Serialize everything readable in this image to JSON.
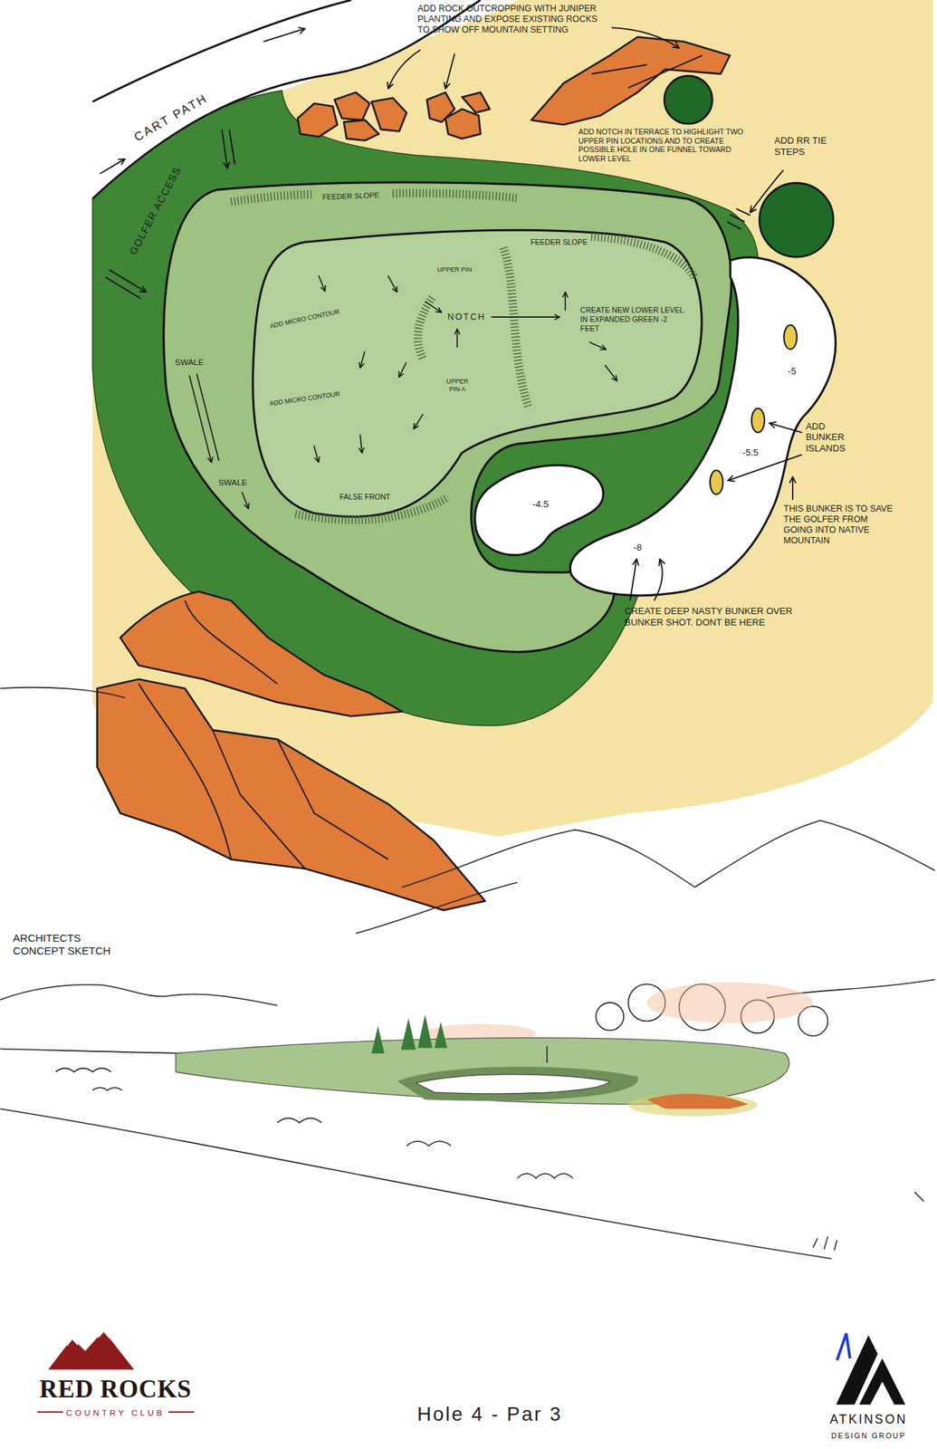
{
  "diagram": {
    "title": "Hole 4 - Par 3",
    "nodes": [
      {
        "text": [
          "FEEDER SLOPE",
          "SWALE",
          "SWALE"
        ]
      },
      {
        "text": [
          "FEEDER SLOPE",
          "UPPER PIN",
          "NOTCH",
          "CREATE NEW LOWER LEVEL IN EXPANDED GREEN -2 FEET",
          "ADD MICRO CONTOUR",
          "ADD MICRO CONTOUR",
          "UPPER PIN A",
          "FALSE FRONT"
        ],
        "in": 0
      },
      {
        "text": [
          "-4.5"
        ]
      },
      {
        "text": [
          "-5",
          "-5.5",
          "-8"
        ]
      }
    ],
    "labels": [
      "ADD ROCK OUTCROPPING WITH JUNIPER PLANTING AND EXPOSE EXISTING ROCKS TO SHOW OFF MOUNTAIN SETTING",
      "CART PATH",
      "GOLFER ACCESS",
      "ADD NOTCH IN TERRACE TO HIGHLIGHT TWO UPPER PIN LOCATIONS AND TO CREATE POSSIBLE HOLE IN ONE FUNNEL TOWARD LOWER LEVEL",
      "ADD RR TIE STEPS",
      "ADD BUNKER ISLANDS",
      "THIS BUNKER IS TO SAVE THE GOLFER FROM GOING INTO NATIVE MOUNTAIN",
      "CREATE DEEP NASTY BUNKER OVER BUNKER SHOT. DONT BE HERE",
      "ARCHITECTS CONCEPT SKETCH",
      "RED ROCKS",
      "COUNTRY CLUB",
      "ATKINSON",
      "DESIGN GROUP"
    ]
  }
}
